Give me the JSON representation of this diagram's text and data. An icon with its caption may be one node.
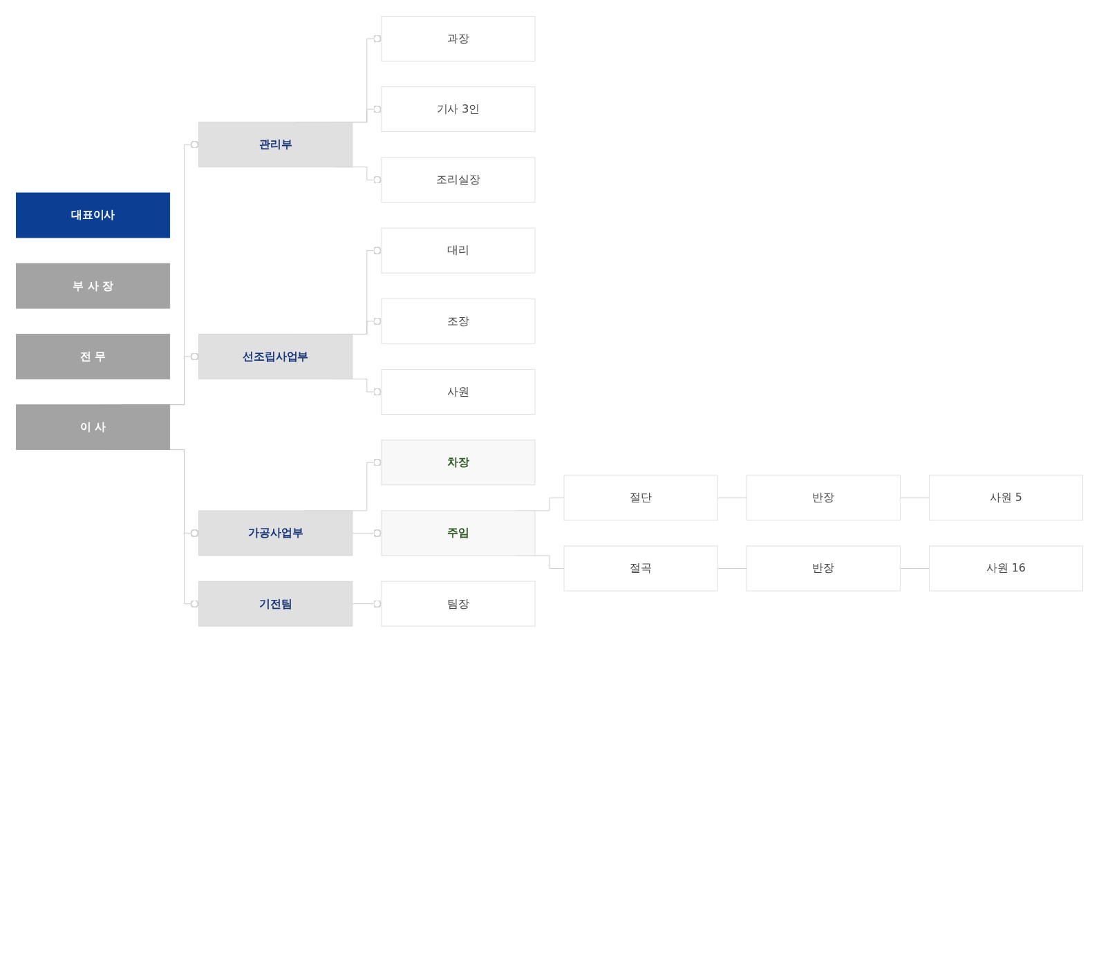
{
  "diagram": {
    "nodes": [
      {
        "text": [
          "대표이사"
        ]
      },
      {
        "text": [
          "부 사 장"
        ]
      },
      {
        "text": [
          "전 무"
        ]
      },
      {
        "text": [
          "이 사"
        ]
      },
      {
        "text": [
          "관리부"
        ]
      },
      {
        "text": [
          "과장"
        ]
      },
      {
        "text": [
          "기사 3인"
        ]
      },
      {
        "text": [
          "조리실장"
        ]
      },
      {
        "text": [
          "선조립사업부"
        ]
      },
      {
        "text": [
          "대리"
        ]
      },
      {
        "text": [
          "조장"
        ]
      },
      {
        "text": [
          "사원"
        ]
      },
      {
        "text": [
          "가공사업부"
        ]
      },
      {
        "text": [
          "차장"
        ]
      },
      {
        "text": [
          "주임"
        ]
      },
      {
        "text": [
          "절단"
        ]
      },
      {
        "text": [
          "절곡"
        ]
      },
      {
        "text": [
          "반장"
        ]
      },
      {
        "text": [
          "사원 5"
        ]
      },
      {
        "text": [
          "반장"
        ]
      },
      {
        "text": [
          "사원 16"
        ]
      },
      {
        "text": [
          "기전팀"
        ]
      },
      {
        "text": [
          "팀장"
        ]
      }
    ],
    "edges": [
      {
        "from": 3,
        "to": 4,
        "arrow": "other"
      },
      {
        "from": 3,
        "to": 8,
        "arrow": "other"
      },
      {
        "from": 3,
        "to": 12,
        "arrow": "other"
      },
      {
        "from": 3,
        "to": 21,
        "arrow": "other"
      },
      {
        "from": 4,
        "to": 5,
        "arrow": "other"
      },
      {
        "from": 4,
        "to": 6,
        "arrow": "other"
      },
      {
        "from": 4,
        "to": 7,
        "arrow": "other"
      },
      {
        "from": 8,
        "to": 9,
        "arrow": "other"
      },
      {
        "from": 8,
        "to": 10,
        "arrow": "other"
      },
      {
        "from": 8,
        "to": 11,
        "arrow": "other"
      },
      {
        "from": 12,
        "to": 13,
        "arrow": "other"
      },
      {
        "from": 12,
        "to": 14,
        "arrow": "other"
      },
      {
        "from": 14,
        "to": 15,
        "arrow": "none"
      },
      {
        "from": 14,
        "to": 16,
        "arrow": "none"
      },
      {
        "from": 15,
        "to": 17,
        "arrow": "none"
      },
      {
        "from": 17,
        "to": 18,
        "arrow": "none"
      },
      {
        "from": 16,
        "to": 19,
        "arrow": "none"
      },
      {
        "from": 19,
        "to": 20,
        "arrow": "none"
      },
      {
        "from": 21,
        "to": 22,
        "arrow": "other"
      }
    ]
  }
}
